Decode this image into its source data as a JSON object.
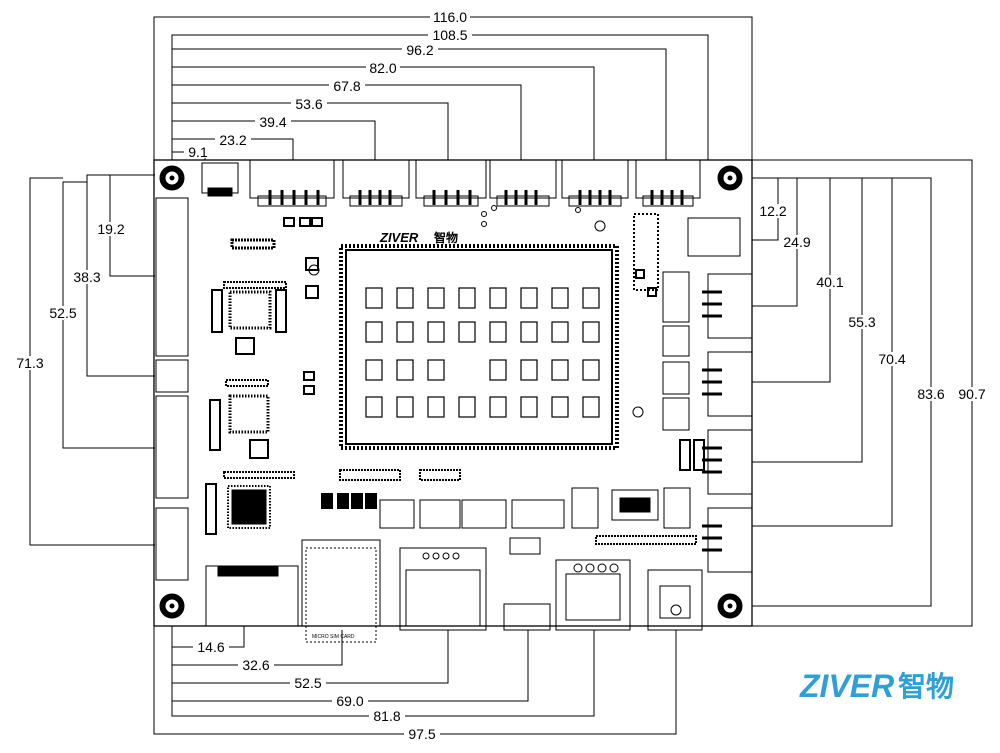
{
  "top_dimensions": [
    "116.0",
    "108.5",
    "96.2",
    "82.0",
    "67.8",
    "53.6",
    "39.4",
    "23.2",
    "9.1"
  ],
  "left_dimensions": [
    "19.2",
    "38.3",
    "52.5",
    "71.3"
  ],
  "right_dimensions": [
    "12.2",
    "24.9",
    "40.1",
    "55.3",
    "70.4",
    "83.6",
    "90.7"
  ],
  "bottom_dimensions": [
    "14.6",
    "32.6",
    "52.5",
    "69.0",
    "81.8",
    "97.5"
  ],
  "board_silkscreen": {
    "brand_latin": "ZIVER",
    "brand_cjk": "智物",
    "sim_label": "MICRO SIM CARD"
  },
  "logo": {
    "latin": "ZIVER",
    "cjk": "智物",
    "color": "#2f9fd8"
  }
}
